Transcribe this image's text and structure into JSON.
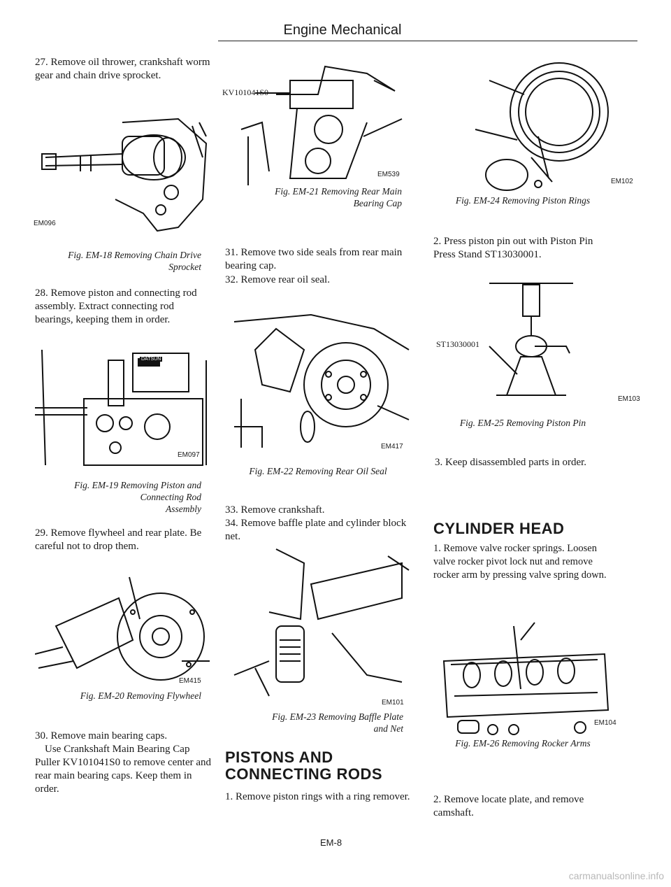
{
  "header": "Engine Mechanical",
  "footer": "EM-8",
  "watermark": "carmanualsonline.info",
  "col1": {
    "p27": "27.  Remove oil thrower, crankshaft worm gear and chain drive sprocket.",
    "f18_code": "EM096",
    "f18_cap1": "Fig. EM-18  Removing Chain Drive",
    "f18_cap2": "Sprocket",
    "p28": "28.  Remove piston and connecting rod assembly. Extract connecting rod bearings, keeping them in order.",
    "f19_code": "EM097",
    "f19_label": "DATSUN",
    "f19_cap1": "Fig. EM-19  Removing Piston and",
    "f19_cap2": "Connecting Rod",
    "f19_cap3": "Assembly",
    "p29": "29.  Remove flywheel and rear plate. Be careful not to drop them.",
    "f20_code": "EM415",
    "f20_cap": "Fig. EM-20  Removing Flywheel",
    "p30a": "30.  Remove main bearing caps.",
    "p30b": "Use Crankshaft Main Bearing Cap Puller KV101041S0 to remove center and rear main bearing caps. Keep them in order."
  },
  "col2": {
    "f21_tool": "KV101041S0",
    "f21_code": "EM539",
    "f21_cap1": "Fig. EM-21  Removing Rear Main",
    "f21_cap2": "Bearing Cap",
    "p31": "31.  Remove two side seals from rear main bearing cap.",
    "p32": "32.  Remove rear oil seal.",
    "f22_code": "EM417",
    "f22_cap": "Fig. EM-22  Removing Rear Oil Seal",
    "p33": "33.  Remove crankshaft.",
    "p34": "34.  Remove baffle plate and cylinder block net.",
    "f23_code": "EM101",
    "f23_cap1": "Fig. EM-23  Removing Baffle Plate",
    "f23_cap2": "and Net",
    "h_pistons1": "PISTONS AND",
    "h_pistons2": "CONNECTING RODS",
    "p_p1": "1.  Remove piston rings with a ring remover."
  },
  "col3": {
    "f24_code": "EM102",
    "f24_cap": "Fig. EM-24  Removing Piston Rings",
    "p2": "2.  Press piston pin out with Piston Pin Press Stand ST13030001.",
    "f25_tool": "ST13030001",
    "f25_code": "EM103",
    "f25_cap": "Fig. EM-25  Removing Piston Pin",
    "p3": "3.  Keep disassembled parts in order.",
    "h_cyl": "CYLINDER HEAD",
    "p_c1": "1.  Remove valve rocker springs. Loosen valve rocker pivot lock nut and remove rocker arm by pressing valve spring down.",
    "f26_code": "EM104",
    "f26_cap": "Fig. EM-26  Removing Rocker Arms",
    "p_c2": "2.  Remove locate plate, and remove camshaft."
  }
}
